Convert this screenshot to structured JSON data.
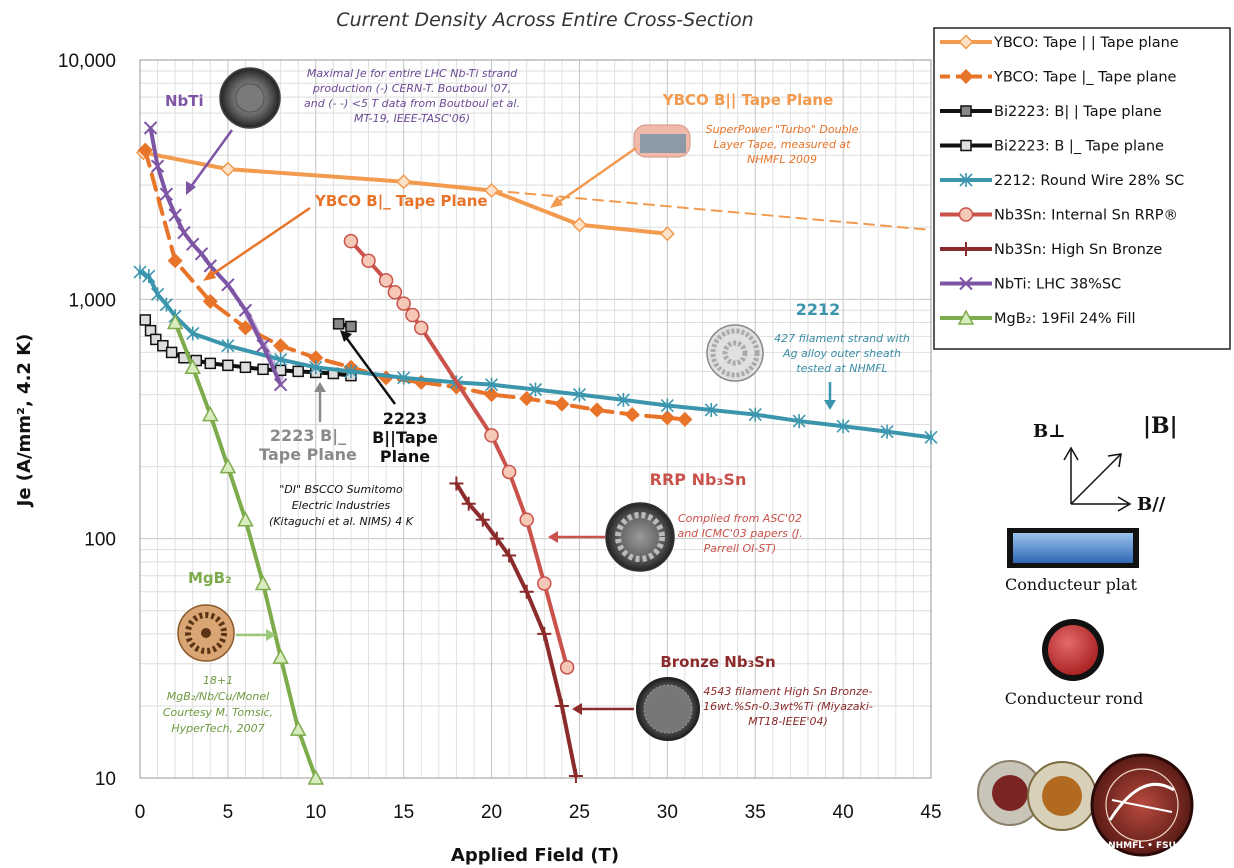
{
  "chart_data": {
    "type": "line",
    "title": "Current Density Across Entire Cross-Section",
    "xlabel": "Applied Field (T)",
    "ylabel": "Je (A/mm², 4.2 K)",
    "xlim": [
      0,
      45
    ],
    "ylim": [
      10,
      10000
    ],
    "yscale": "log",
    "xticks": [
      "0",
      "5",
      "10",
      "15",
      "20",
      "25",
      "30",
      "35",
      "40",
      "45"
    ],
    "yticks": [
      "10",
      "100",
      "1,000",
      "10,000"
    ],
    "grid": true,
    "legend_position": "top-right",
    "series": [
      {
        "name": "YBCO: Tape | | Tape plane",
        "color": "#f29a4e",
        "dash": "",
        "marker": "diamond",
        "markerFill": "#fde2c8",
        "x": [
          0.2,
          5,
          15,
          20,
          25,
          30
        ],
        "y": [
          4100,
          3500,
          3100,
          2850,
          2050,
          1880
        ]
      },
      {
        "name": "YBCO: Tape |_ Tape plane",
        "color": "#e8742a",
        "dash": "16,9",
        "marker": "diamond",
        "markerFill": "#e8742a",
        "x": [
          0.3,
          2,
          4,
          6,
          8,
          10,
          12,
          14,
          16,
          18,
          20,
          22,
          24,
          26,
          28,
          30,
          31
        ],
        "y": [
          4200,
          1450,
          980,
          760,
          640,
          570,
          520,
          470,
          450,
          430,
          400,
          385,
          365,
          345,
          330,
          320,
          315
        ]
      },
      {
        "name": "Bi2223: B| | Tape plane",
        "color": "#111111",
        "dash": "",
        "marker": "square",
        "markerFill": "#888888",
        "x": [
          11.3,
          12
        ],
        "y": [
          790,
          770
        ]
      },
      {
        "name": "Bi2223: B |_ Tape plane",
        "color": "#111111",
        "dash": "",
        "marker": "square",
        "markerFill": "#dddddd",
        "x": [
          0.3,
          0.6,
          0.9,
          1.3,
          1.8,
          2.5,
          3.2,
          4,
          5,
          6,
          7,
          8,
          9,
          10,
          11,
          12
        ],
        "y": [
          820,
          740,
          680,
          640,
          600,
          570,
          555,
          540,
          530,
          520,
          510,
          505,
          500,
          495,
          490,
          480
        ]
      },
      {
        "name": "2212: Round Wire 28% SC",
        "color": "#3b96ad",
        "dash": "",
        "marker": "star",
        "markerFill": "#3b96ad",
        "x": [
          0,
          0.5,
          1,
          1.5,
          2,
          3,
          5,
          8,
          10,
          12,
          15,
          18,
          20,
          22.5,
          25,
          27.5,
          30,
          32.5,
          35,
          37.5,
          40,
          42.5,
          45
        ],
        "y": [
          1300,
          1250,
          1050,
          950,
          850,
          720,
          640,
          560,
          520,
          500,
          470,
          450,
          440,
          420,
          400,
          380,
          360,
          345,
          330,
          310,
          295,
          280,
          265
        ]
      },
      {
        "name": "Nb3Sn: Internal Sn RRP®",
        "color": "#c9524a",
        "dash": "",
        "marker": "circle",
        "markerFill": "#f5c8b8",
        "x": [
          12,
          13,
          14,
          14.5,
          15,
          15.5,
          16,
          20,
          21,
          22,
          23,
          24.3
        ],
        "y": [
          1750,
          1450,
          1200,
          1070,
          960,
          860,
          760,
          270,
          190,
          120,
          65,
          29
        ]
      },
      {
        "name": "Nb3Sn: High Sn Bronze",
        "color": "#8c2b2b",
        "dash": "",
        "marker": "plus",
        "markerFill": "#8c2b2b",
        "x": [
          18,
          18.7,
          19.5,
          20.3,
          21,
          22,
          23,
          24,
          24.8
        ],
        "y": [
          170,
          140,
          120,
          100,
          85,
          60,
          40,
          20,
          10.2
        ]
      },
      {
        "name": "NbTi: LHC 38%SC",
        "color": "#7e55a5",
        "dash": "",
        "marker": "x",
        "markerFill": "#7e55a5",
        "x": [
          0.6,
          1,
          1.5,
          2,
          2.5,
          3,
          3.5,
          4,
          5,
          6,
          7,
          8
        ],
        "y": [
          5200,
          3600,
          2750,
          2250,
          1900,
          1700,
          1550,
          1380,
          1150,
          900,
          640,
          440
        ]
      },
      {
        "name": "MgB₂: 19Fil 24% Fill",
        "color": "#7eab4c",
        "dash": "",
        "marker": "triangle",
        "markerFill": "#d8ecc0",
        "x": [
          2,
          3,
          4,
          5,
          6,
          7,
          8,
          9,
          10
        ],
        "y": [
          800,
          520,
          330,
          200,
          120,
          65,
          32,
          16,
          10
        ]
      }
    ],
    "extras": [
      {
        "color": "#f29a4e",
        "dash": "10,7",
        "width": 2,
        "x": [
          20,
          45
        ],
        "y": [
          2850,
          1950
        ]
      },
      {
        "color": "#c8b2dc",
        "dash": "",
        "width": 6,
        "x": [
          6,
          8
        ],
        "y": [
          900,
          470
        ]
      }
    ]
  },
  "annotations": {
    "nbti_label": "NbTi",
    "nbti_note": [
      "Maximal Je for entire LHC Nb-Ti strand",
      "production (-) CERN-T. Boutboul '07,",
      "and (- -) <5 T data from Boutboul et al.",
      "MT-19, IEEE-TASC'06)"
    ],
    "ybco_par_label": "YBCO B|| Tape Plane",
    "ybco_par_note": [
      "SuperPower \"Turbo\" Double",
      "Layer Tape, measured at",
      "NHMFL 2009"
    ],
    "ybco_perp_label": "YBCO B|_ Tape Plane",
    "b2212_label": "2212",
    "b2212_note": [
      "427 filament strand with",
      "Ag alloy outer sheath",
      "tested at NHMFL"
    ],
    "b2223_par_label": [
      "2223",
      "B||Tape",
      "Plane"
    ],
    "b2223_perp_label": [
      "2223 B|_",
      "Tape Plane"
    ],
    "bscco_note": [
      "\"DI\" BSCCO Sumitomo",
      "Electric Industries",
      "(Kitaguchi et al. NIMS) 4 K"
    ],
    "rrp_label": "RRP Nb₃Sn",
    "rrp_note": [
      "Complied from ASC'02",
      "and ICMC'03 papers (J.",
      "Parrell OI-ST)"
    ],
    "mgb2_label": "MgB₂",
    "mgb2_note": [
      "18+1",
      "MgB₂/Nb/Cu/Monel",
      "Courtesy M. Tomsic,",
      "HyperTech, 2007"
    ],
    "bronze_label": "Bronze Nb₃Sn",
    "bronze_note": [
      "4543 filament High Sn Bronze-",
      "16wt.%Sn-0.3wt%Ti (Miyazaki-",
      "MT18-IEEE'04)"
    ]
  },
  "side": {
    "b_perp": "B⊥",
    "b_abs": "|B|",
    "b_par": "B//",
    "flat_label": "Conducteur plat",
    "round_label": "Conducteur rond",
    "logo_text": "NHMFL • FSU"
  }
}
